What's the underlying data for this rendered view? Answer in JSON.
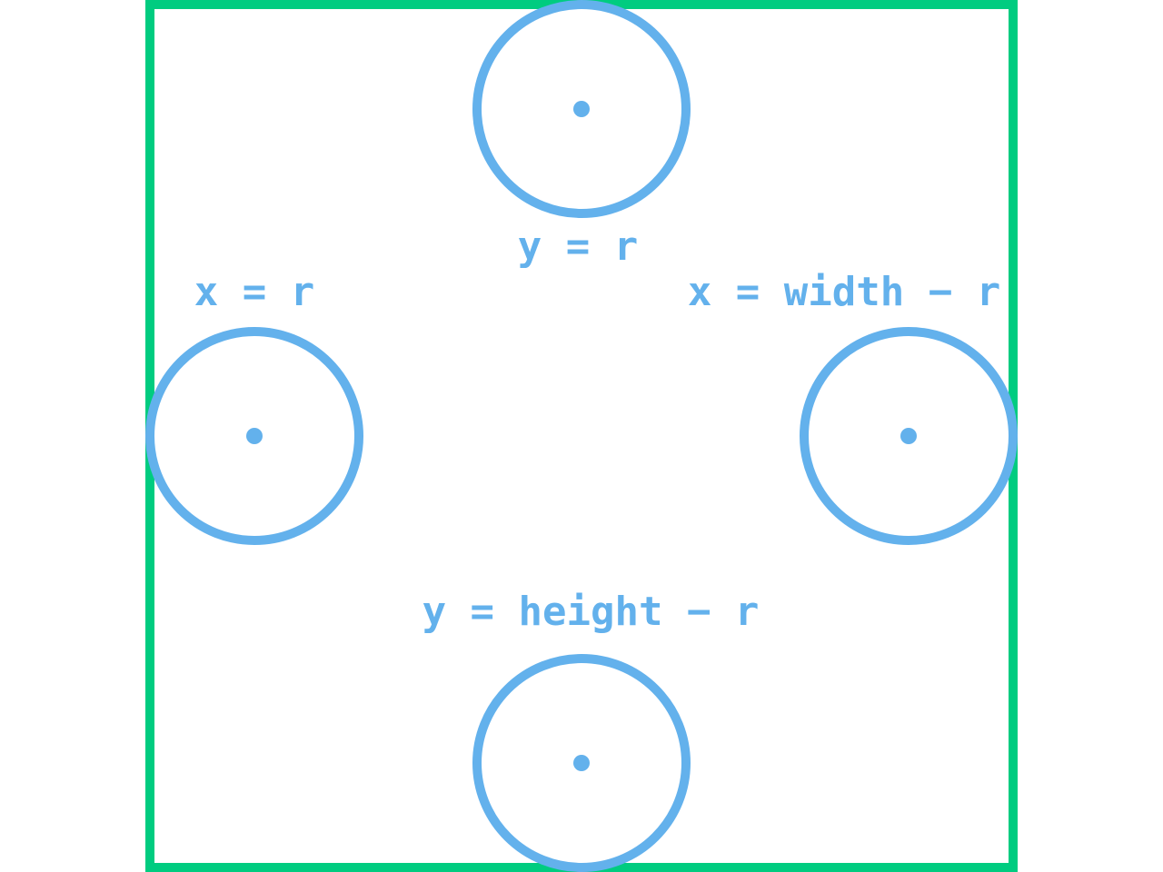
{
  "diagram": {
    "colors": {
      "boundary": "#00cc80",
      "circle": "#63b1ec",
      "background": "#ffffff"
    },
    "labels": {
      "top": "y = r",
      "left": "x = r",
      "right": "x = width − r",
      "bottom": "y = height − r"
    }
  }
}
